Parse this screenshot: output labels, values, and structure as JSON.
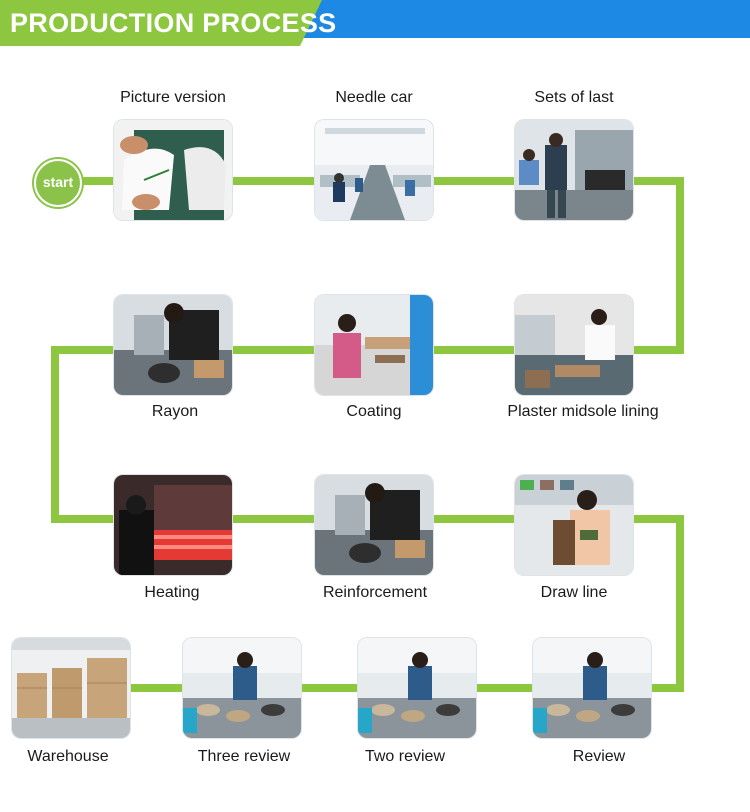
{
  "banner": {
    "title": "PRODUCTION PROCESS",
    "colors": {
      "green": "#8dc63f",
      "blue": "#1e88e5"
    }
  },
  "start": {
    "label": "start"
  },
  "connector_color": "#8dc63f",
  "steps": [
    {
      "label": "Picture version",
      "scene": "cutting-pattern"
    },
    {
      "label": "Needle car",
      "scene": "sewing-line"
    },
    {
      "label": "Sets of last",
      "scene": "worker-standing"
    },
    {
      "label": "Plaster midsole lining",
      "scene": "workbench"
    },
    {
      "label": "Coating",
      "scene": "worker-seated"
    },
    {
      "label": "Rayon",
      "scene": "machine-operator"
    },
    {
      "label": "Heating",
      "scene": "heating-oven"
    },
    {
      "label": "Reinforcement",
      "scene": "machine-operator"
    },
    {
      "label": "Draw line",
      "scene": "hand-finishing"
    },
    {
      "label": "Review",
      "scene": "inspection-line"
    },
    {
      "label": "Two review",
      "scene": "inspection-line"
    },
    {
      "label": "Three review",
      "scene": "inspection-line"
    },
    {
      "label": "Warehouse",
      "scene": "warehouse-boxes"
    }
  ]
}
